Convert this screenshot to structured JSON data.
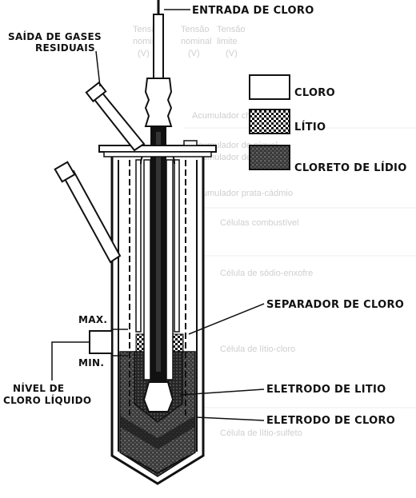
{
  "labels": {
    "entrada_cloro": "ENTRADA DE CLORO",
    "saida_gases_1": "SAÍDA DE GASES",
    "saida_gases_2": "RESIDUAIS",
    "separador": "SEPARADOR DE CLORO",
    "max": "MAX.",
    "min": "MIN.",
    "nivel_1": "NÍVEL DE",
    "nivel_2": "CLORO LÍQUIDO",
    "eletrodo_litio": "ELETRODO DE LITIO",
    "eletrodo_cloro": "ELETRODO DE CLORO"
  },
  "legend": [
    {
      "label": "CLORO",
      "pattern": "white"
    },
    {
      "label": "LÍTIO",
      "pattern": "checker"
    },
    {
      "label": "CLORETO DE LÍDIO",
      "pattern": "stipple"
    }
  ],
  "background_text": {
    "col_headers": [
      "Tensão",
      "Tensão",
      "Tensão"
    ],
    "col_sub1": [
      "nominal",
      "nominal",
      "limite"
    ],
    "col_sub2": [
      "(V)",
      "(V)",
      "(V)"
    ],
    "rows": [
      "Acumulador chumbo",
      "Acumulador de níquel",
      "Acumulador de cádmio",
      "Acumulador prata-cádmio",
      "Células combustível",
      "Célula de sódio-enxofre",
      "Célula de lítio-cloro",
      "Célula de lítio-sulfeto"
    ]
  },
  "colors": {
    "ink": "#111111",
    "paper": "#ffffff",
    "ghost": "#cfcfcf"
  }
}
